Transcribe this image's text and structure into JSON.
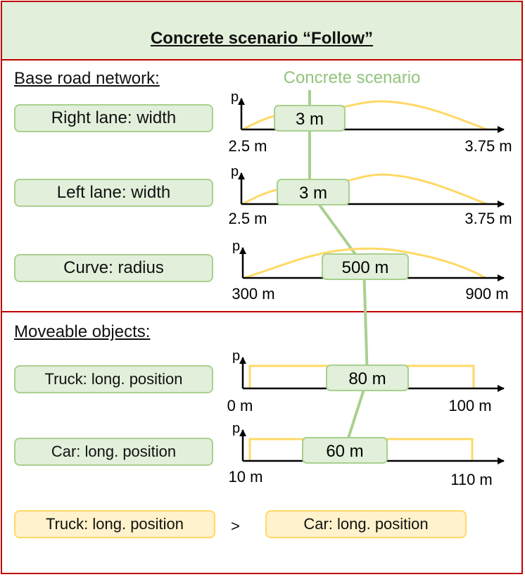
{
  "title": "Concrete scenario “Follow”",
  "concrete_scenario_label": "Concrete scenario",
  "sections": {
    "base_road_network": "Base road network:",
    "moveable_objects": "Moveable objects:"
  },
  "axis_label": "p",
  "parameters": [
    {
      "id": "right-lane-width",
      "label": "Right lane: width",
      "value": "3 m",
      "min": "2.5 m",
      "max": "3.75 m",
      "distribution": "curve"
    },
    {
      "id": "left-lane-width",
      "label": "Left lane: width",
      "value": "3 m",
      "min": "2.5 m",
      "max": "3.75 m",
      "distribution": "curve"
    },
    {
      "id": "curve-radius",
      "label": "Curve: radius",
      "value": "500 m",
      "min": "300 m",
      "max": "900 m",
      "distribution": "curve"
    },
    {
      "id": "truck-long-position",
      "label": "Truck: long. position",
      "value": "80 m",
      "min": "0 m",
      "max": "100 m",
      "distribution": "uniform"
    },
    {
      "id": "car-long-position",
      "label": "Car: long. position",
      "value": "60 m",
      "min": "10 m",
      "max": "110 m",
      "distribution": "uniform"
    }
  ],
  "constraint": {
    "left": "Truck: long. position",
    "operator": ">",
    "right": "Car: long. position"
  },
  "colors": {
    "border": "#c00000",
    "green_fill": "#e2efda",
    "green_border": "#a9d08e",
    "path": "#a9d08e",
    "distribution": "#ffd966",
    "constraint_fill": "#fff2cc",
    "text_green": "#92c47d"
  }
}
